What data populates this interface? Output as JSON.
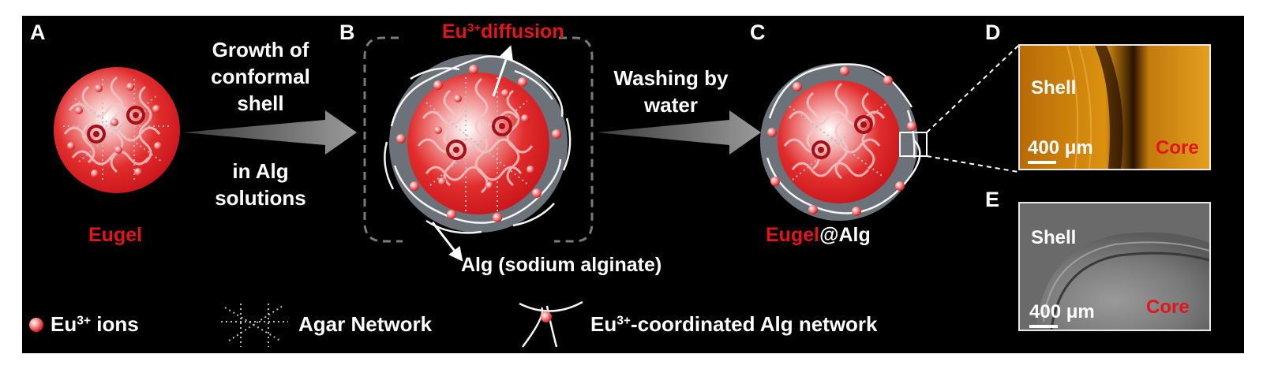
{
  "panels": {
    "a": "A",
    "b": "B",
    "c": "C",
    "d": "D",
    "e": "E"
  },
  "step1": {
    "line1": "Growth of",
    "line2": "conformal",
    "line3": "shell",
    "line4": "in Alg",
    "line5": "solutions"
  },
  "step2": {
    "line1": "Washing by",
    "line2": "water"
  },
  "eugel_label": "Eugel",
  "diffusion": {
    "prefix": "Eu",
    "sup": "3+",
    "suffix": "diffusion"
  },
  "alg_label": "Alg (sodium alginate)",
  "product": {
    "red_part": "Eugel",
    "white_part": "@Alg"
  },
  "micrograph_d": {
    "shell": "Shell",
    "core": "Core",
    "scale": "400 μm"
  },
  "micrograph_e": {
    "shell": "Shell",
    "core": "Core",
    "scale": "400 μm"
  },
  "legend": {
    "ions_prefix": "Eu",
    "ions_sup": "3+",
    "ions_suffix": " ions",
    "agar": "Agar Network",
    "alg_prefix": "Eu",
    "alg_sup": "3+",
    "alg_suffix": "-coordinated Alg network"
  },
  "colors": {
    "background": "#000000",
    "accent_red": "#e4141b",
    "shell_gray": "#6c727a",
    "arrow_gray": "#8a8a8a"
  }
}
